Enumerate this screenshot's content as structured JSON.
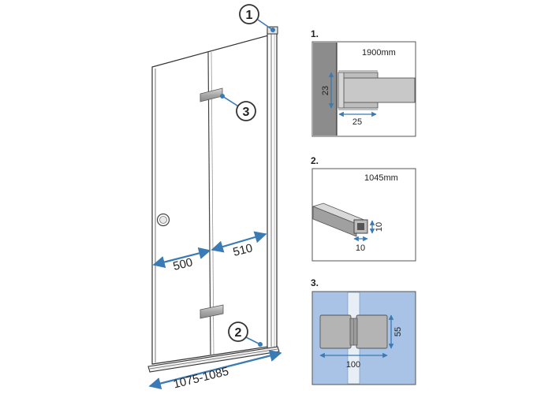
{
  "callouts": {
    "c1": "1",
    "c2": "2",
    "c3": "3"
  },
  "door": {
    "dim_left": "500",
    "dim_right": "510",
    "dim_total": "1075-1085"
  },
  "details": {
    "d1": {
      "title": "1.",
      "length": "1900mm",
      "height": "23",
      "width": "25"
    },
    "d2": {
      "title": "2.",
      "length": "1045mm",
      "height": "10",
      "width": "10"
    },
    "d3": {
      "title": "3.",
      "height": "55",
      "width": "100"
    }
  },
  "colors": {
    "accent": "#3a7ab5",
    "wall": "#8c8c8c",
    "tile": "#a9c3e6",
    "metal": "#b4b4b4"
  }
}
